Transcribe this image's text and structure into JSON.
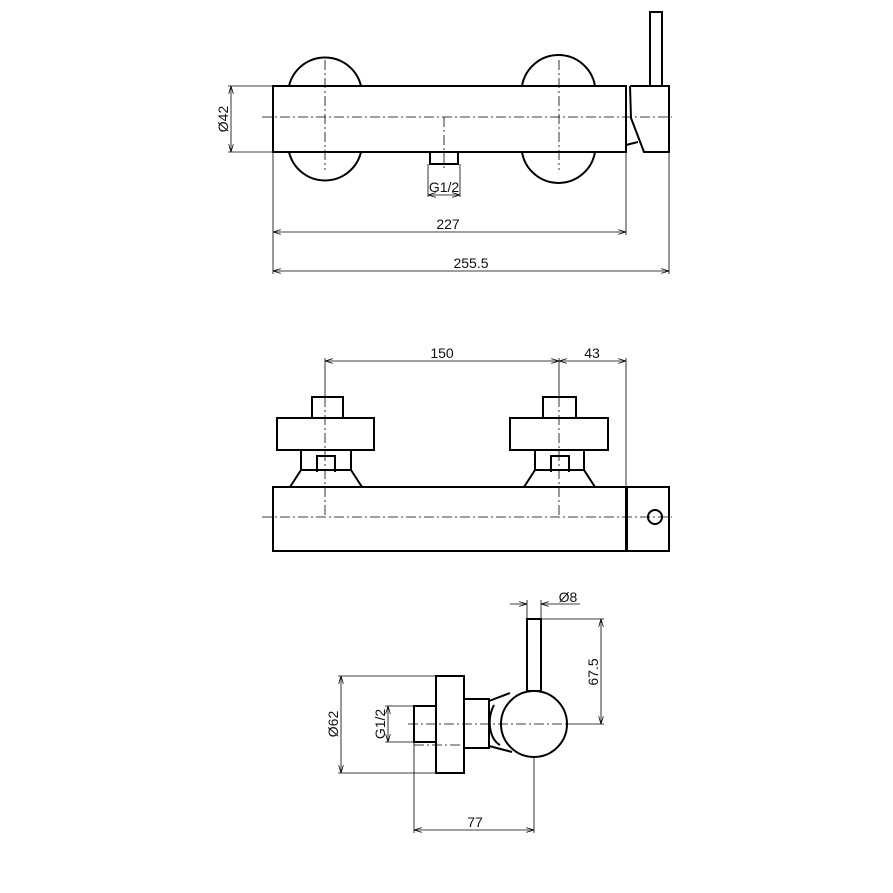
{
  "top_view": {
    "diameter_label": "Ø42",
    "outlet_label": "G1/2",
    "body_length": "227",
    "total_length": "255.5"
  },
  "front_view": {
    "center_distance": "150",
    "cap_offset": "43"
  },
  "side_view": {
    "lever_diameter": "Ø8",
    "lever_height": "67.5",
    "plate_diameter": "Ø62",
    "inlet_label": "G1/2",
    "depth": "77"
  }
}
